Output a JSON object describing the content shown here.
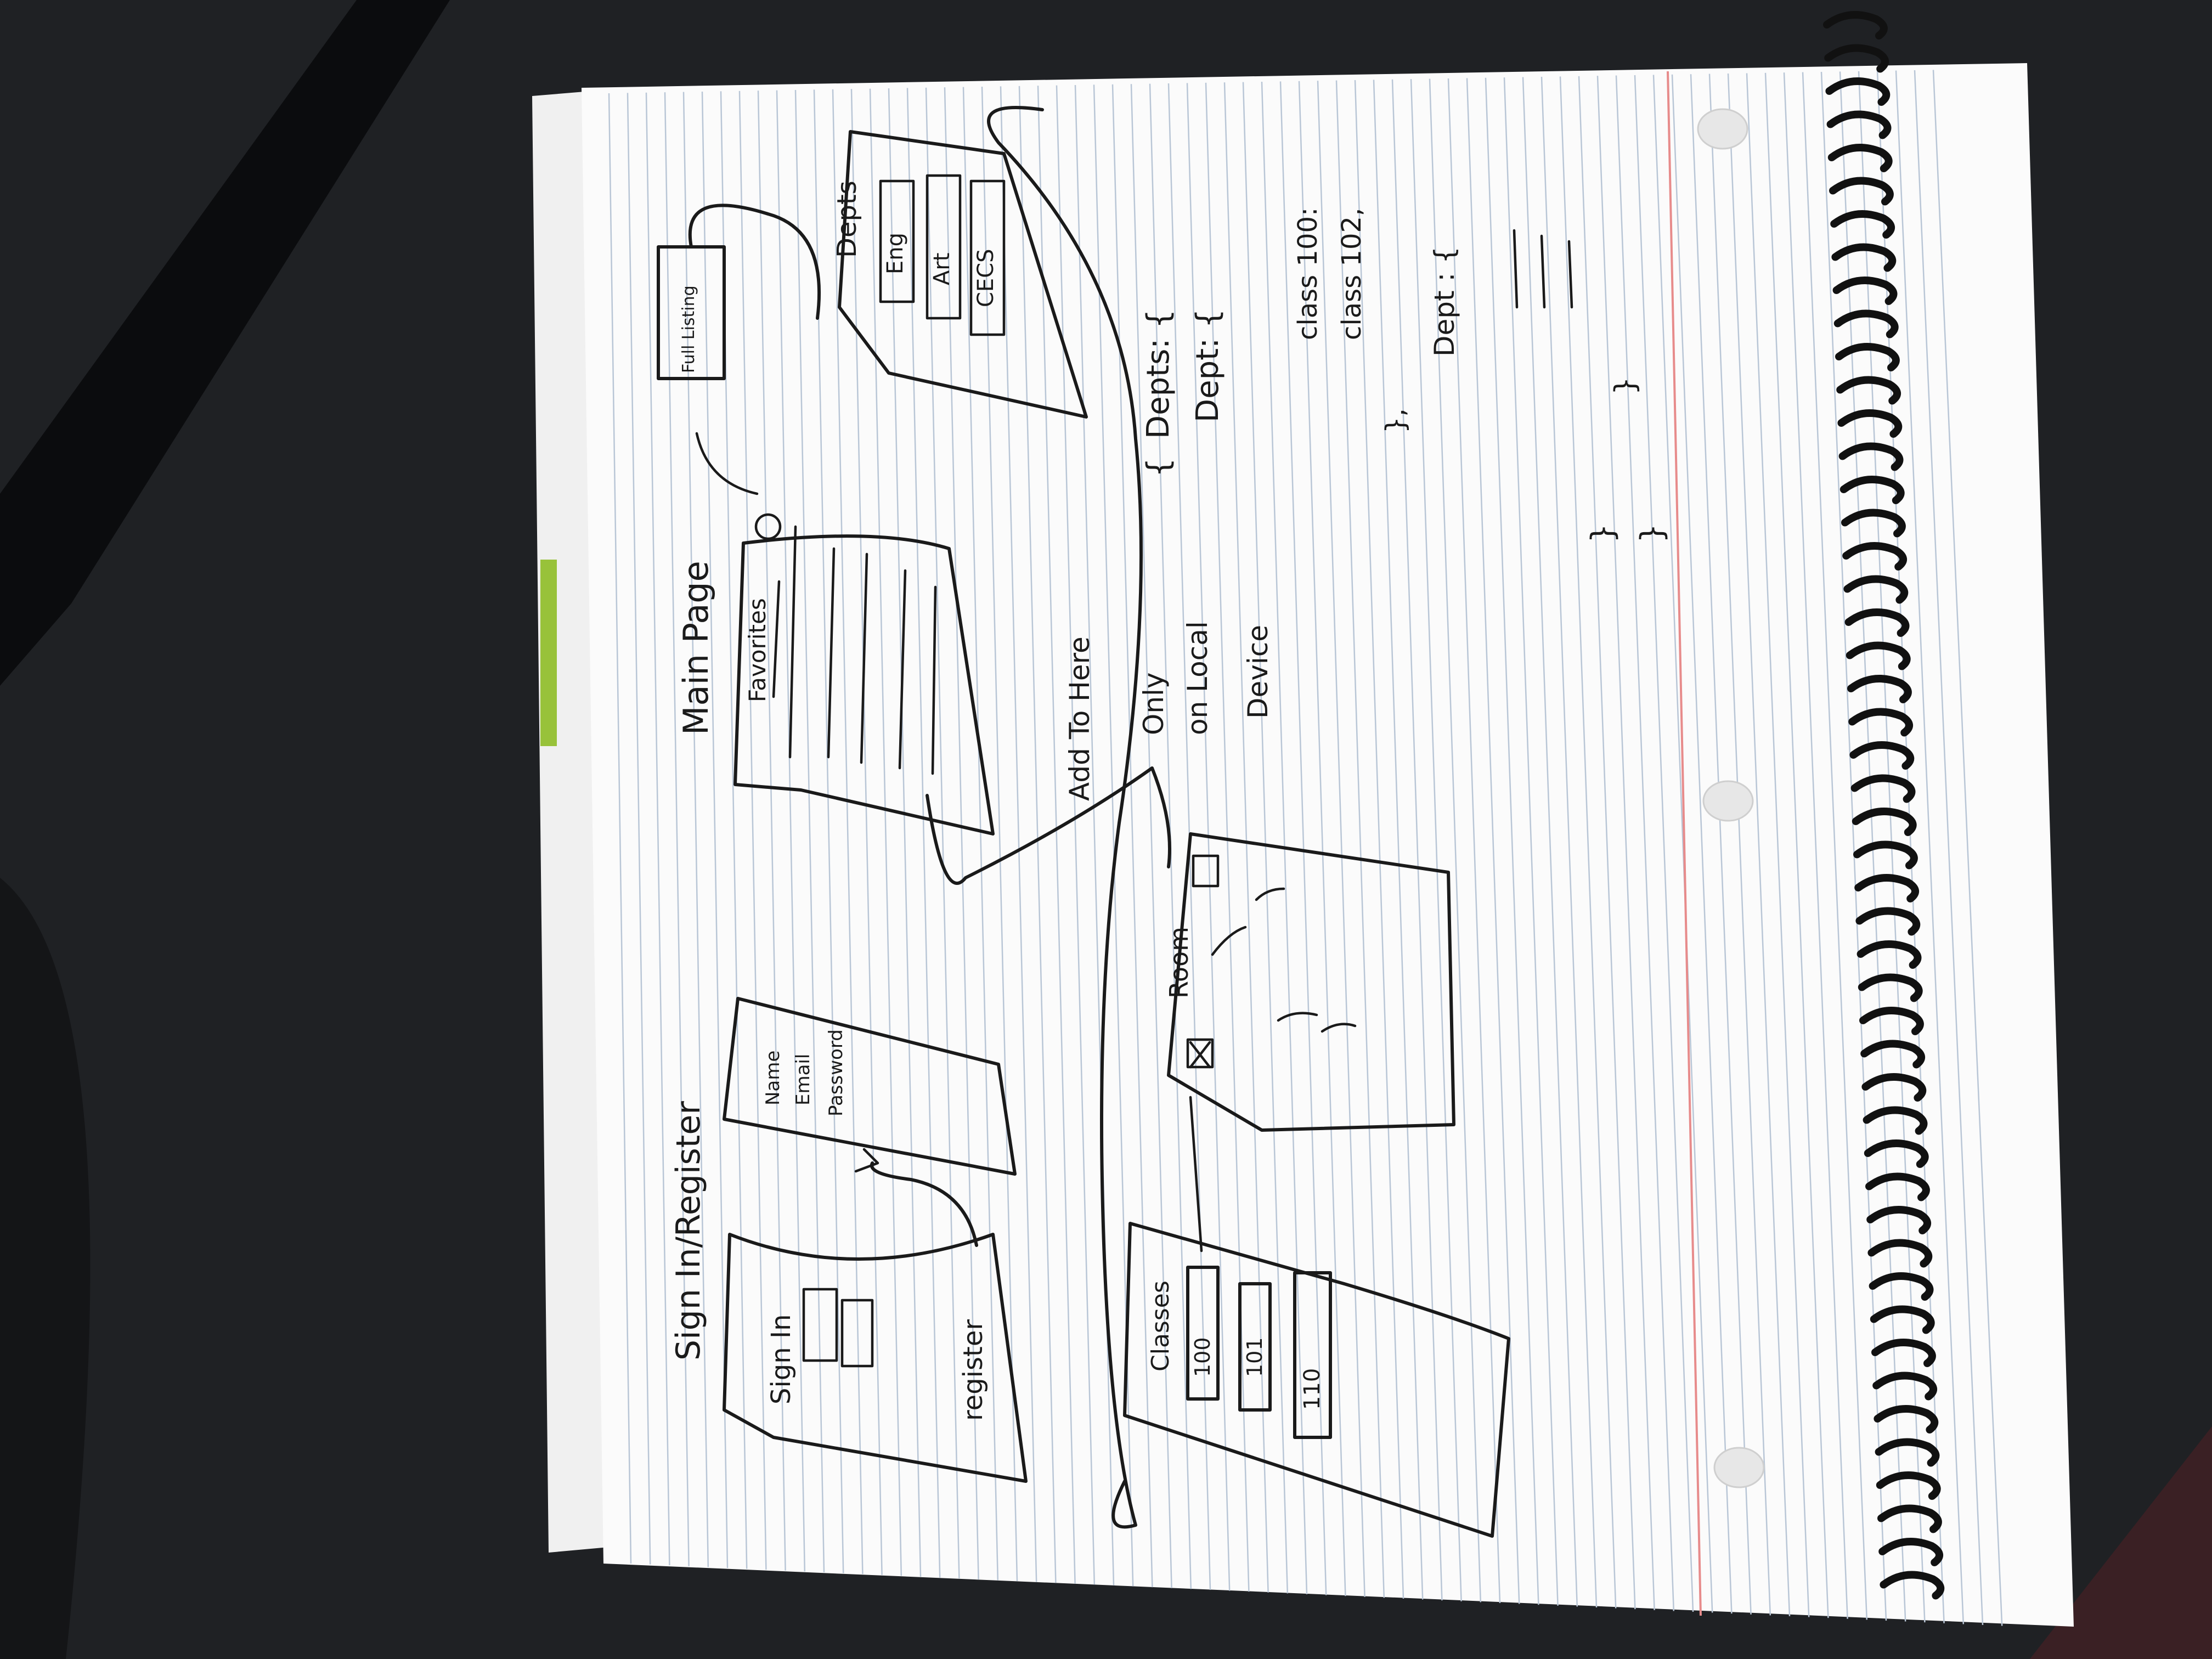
{
  "colors": {
    "background": "#1f2124",
    "paper": "#fbfbfb",
    "rule_line": "#b9c6d6",
    "margin_line": "#e78b8b",
    "ink": "#1a1a1a",
    "spiral": "#111111",
    "tab_accent": "#98c23a",
    "strap": "#0d0e10"
  },
  "sketch": {
    "sign_in_register": {
      "title": "Sign In/Register",
      "sign_in_label": "Sign In",
      "register_label": "register",
      "name_field": "Name",
      "email_field": "Email",
      "password_field": "Password"
    },
    "main_page": {
      "title": "Main Page",
      "favorites_label": "Favorites",
      "full_listing_label": "Full Listing",
      "depts_header": "Depts",
      "depts": [
        "Eng",
        "Art",
        "CECS"
      ]
    },
    "classes": {
      "header": "Classes",
      "items": [
        "100",
        "101",
        "110"
      ]
    },
    "room": {
      "label": "Room"
    },
    "notes": {
      "add_to_here": "Add To Here",
      "local_device": [
        "Only",
        "on Local",
        "Device"
      ],
      "structure": [
        "{",
        "Depts: {",
        "Dept: {",
        "class 100:",
        "class 102,",
        "},",
        "Dept : {",
        "}",
        "}",
        "}"
      ]
    }
  }
}
